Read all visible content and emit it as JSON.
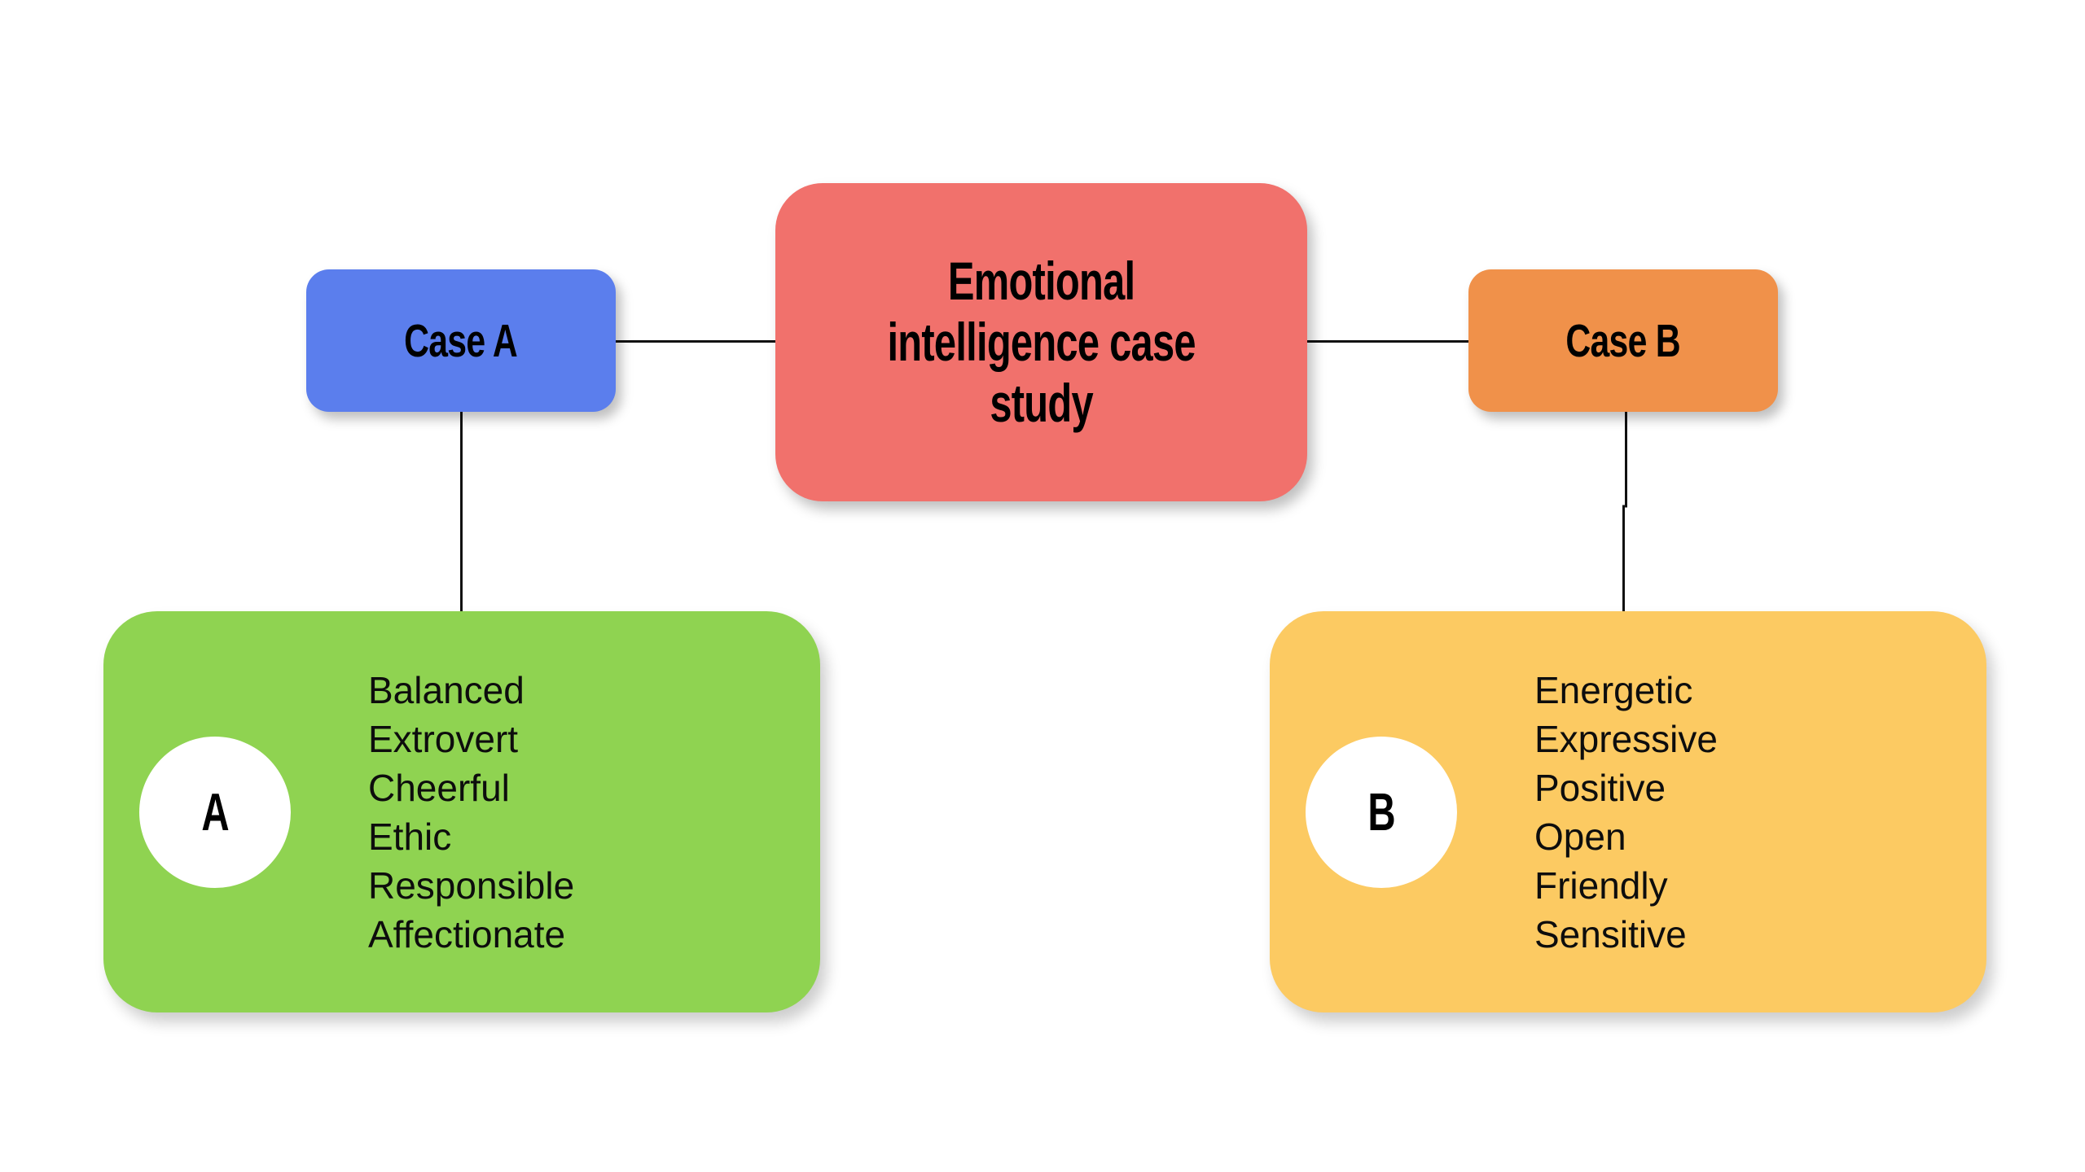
{
  "diagram": {
    "title": "Emotional\nintelligence case\nstudy",
    "case_a": {
      "label": "Case A",
      "badge": "A",
      "traits": [
        "Balanced",
        "Extrovert",
        "Cheerful",
        "Ethic",
        "Responsible",
        "Affectionate"
      ]
    },
    "case_b": {
      "label": "Case B",
      "badge": "B",
      "traits": [
        "Energetic",
        "Expressive",
        "Positive",
        "Open",
        "Friendly",
        "Sensitive"
      ]
    },
    "connections": [
      "case_a-center",
      "center-case_b",
      "case_a-traits_a",
      "case_b-traits_b"
    ],
    "colors": {
      "background": "#ffffff",
      "center": "#f1716c",
      "case_a": "#5b7eed",
      "case_b": "#f0914a",
      "traits_a": "#8fd351",
      "traits_b": "#fcca62",
      "circle": "#ffffff",
      "line": "#111111",
      "text": "#000000"
    }
  }
}
